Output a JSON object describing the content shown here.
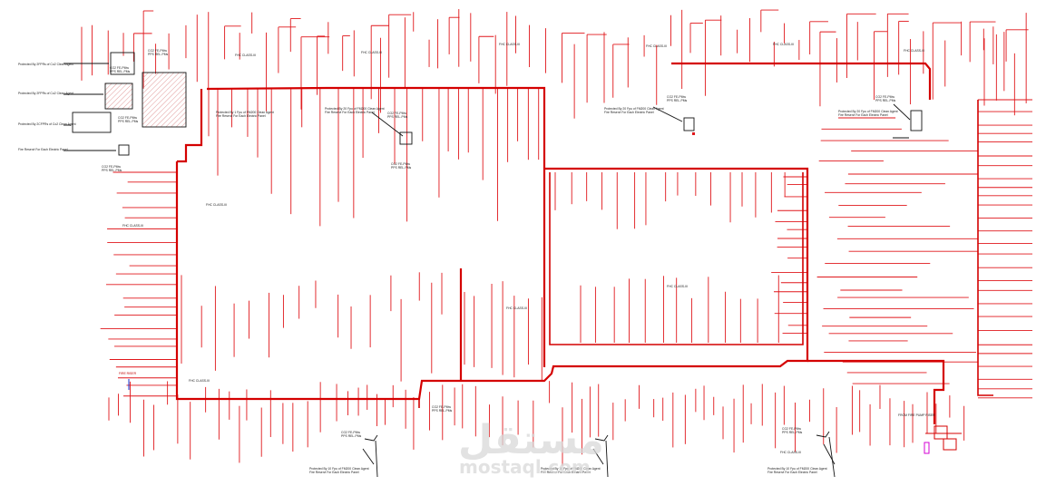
{
  "drawing": {
    "colors": {
      "pipe": "#e0171b",
      "main_pipe": "#d40000",
      "equipment": "#111111",
      "hatch": "#d98080",
      "valve_magenta": "#d400d4",
      "marker_blue": "#1030d0",
      "watermark": "#d9d9d9"
    },
    "labels": {
      "fhc_1": "FHC CLASS-III",
      "fhc_2": "FHC CLASS-III",
      "fhc_3": "FHC CLASS-III",
      "fhc_4": "FHC CLASS-III",
      "fhc_5": "FHC CLASS-III",
      "fhc_6": "FHC CLASS-III",
      "fhc_7": "FHC CLASS-III",
      "fhc_8": "FHC CLASS-III",
      "fhc_9": "FHC CLASS-III",
      "fhc_10": "FHC CLASS-III",
      "fhc_11": "FHC CLASS-III",
      "co2_a1": "CO2 FE-PMw",
      "co2_a2": "PPS REL-PMs",
      "co2_b1": "CO2 FE-PMw",
      "co2_b2": "PPS REL-PMs",
      "co2_c1": "CO2 FE-PMw",
      "co2_c2": "PPS REL-PMs",
      "co2_d1": "CO2 FE-PMw",
      "co2_d2": "PPS REL-PMs",
      "co2_e1": "CO2 FE-PMw",
      "co2_e2": "PPS REL-PMs",
      "co2_f1": "CO2 FE-PMw",
      "co2_f2": "PPS REL-PMs",
      "co2_g1": "CO2 FE-PMw",
      "co2_g2": "PPS REL-PMs",
      "co2_h1": "CO2 FE-PMw",
      "co2_h2": "PPS REL-PMs",
      "prot_left_1": "Protected By 2FPRs of Co2 Clean Agent",
      "prot_left_2": "Protected By 2FPRs of Co2 Clean Agent",
      "prot_left_3": "Protected By 2CFPRs of Co2 Clean Agent",
      "fire_reserv": "Fire Reservl For Each Electric Panel",
      "prot_top_1": "Protected By 1 Fpu of FM200 Clean Agent",
      "prot_top_2": "Fire Reservl For Each Electric Panel",
      "prot_center_1": "Protected By 20 Fpu of FM200 Clean Agent",
      "prot_center_2": "Fire Reservl For Each Electric Panel",
      "prot_right_top_1": "Protected By 20 Fpu of FM200 Clean Agent",
      "prot_right_top_2": "Fire Reservl For Each Electric Panel",
      "prot_far_right_1": "Protected By 20 Fpu of FM200 Clean Agent",
      "prot_far_right_2": "Fire Reservl For Each Electric Panel",
      "prot_bot_1a": "Protected By 10 Fpu of FM200 Clean Agent",
      "prot_bot_1b": "Fire Reservl For Each Electric Panel",
      "prot_bot_2a": "Protected By 10 Fpu of FM200 Clean Agent",
      "prot_bot_2b": "Fire Reservl For Each Electric Panel",
      "prot_bot_3a": "Protected By 10 Fpu of FM200 Clean Agent",
      "prot_bot_3b": "Fire Reservl For Each Electric Panel",
      "riser_note": "FROM FIRE PUMP RISER",
      "left_red_note": "FIRE RISER"
    },
    "watermark": {
      "arabic": "مستقل",
      "latin": "mostaql.com"
    }
  }
}
